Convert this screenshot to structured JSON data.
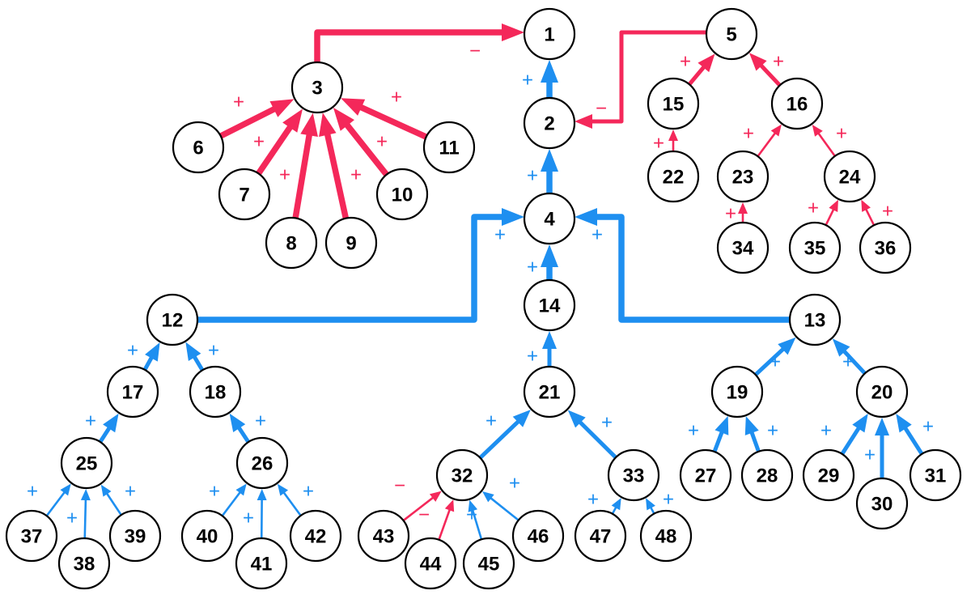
{
  "colors": {
    "positive": "#1e8ff0",
    "negative": "#f4285a",
    "node_stroke": "#000000",
    "node_fill": "#ffffff"
  },
  "nodes": [
    {
      "id": 1,
      "label": "1"
    },
    {
      "id": 2,
      "label": "2"
    },
    {
      "id": 3,
      "label": "3"
    },
    {
      "id": 4,
      "label": "4"
    },
    {
      "id": 5,
      "label": "5"
    },
    {
      "id": 6,
      "label": "6"
    },
    {
      "id": 7,
      "label": "7"
    },
    {
      "id": 8,
      "label": "8"
    },
    {
      "id": 9,
      "label": "9"
    },
    {
      "id": 10,
      "label": "10"
    },
    {
      "id": 11,
      "label": "11"
    },
    {
      "id": 12,
      "label": "12"
    },
    {
      "id": 13,
      "label": "13"
    },
    {
      "id": 14,
      "label": "14"
    },
    {
      "id": 15,
      "label": "15"
    },
    {
      "id": 16,
      "label": "16"
    },
    {
      "id": 17,
      "label": "17"
    },
    {
      "id": 18,
      "label": "18"
    },
    {
      "id": 19,
      "label": "19"
    },
    {
      "id": 20,
      "label": "20"
    },
    {
      "id": 21,
      "label": "21"
    },
    {
      "id": 22,
      "label": "22"
    },
    {
      "id": 23,
      "label": "23"
    },
    {
      "id": 24,
      "label": "24"
    },
    {
      "id": 25,
      "label": "25"
    },
    {
      "id": 26,
      "label": "26"
    },
    {
      "id": 27,
      "label": "27"
    },
    {
      "id": 28,
      "label": "28"
    },
    {
      "id": 29,
      "label": "29"
    },
    {
      "id": 30,
      "label": "30"
    },
    {
      "id": 31,
      "label": "31"
    },
    {
      "id": 32,
      "label": "32"
    },
    {
      "id": 33,
      "label": "33"
    },
    {
      "id": 34,
      "label": "34"
    },
    {
      "id": 35,
      "label": "35"
    },
    {
      "id": 36,
      "label": "36"
    },
    {
      "id": 37,
      "label": "37"
    },
    {
      "id": 38,
      "label": "38"
    },
    {
      "id": 39,
      "label": "39"
    },
    {
      "id": 40,
      "label": "40"
    },
    {
      "id": 41,
      "label": "41"
    },
    {
      "id": 42,
      "label": "42"
    },
    {
      "id": 43,
      "label": "43"
    },
    {
      "id": 44,
      "label": "44"
    },
    {
      "id": 45,
      "label": "45"
    },
    {
      "id": 46,
      "label": "46"
    },
    {
      "id": 47,
      "label": "47"
    },
    {
      "id": 48,
      "label": "48"
    }
  ],
  "edges": [
    {
      "from": 3,
      "to": 1,
      "sign": "−",
      "polarity": "negative",
      "weight": "heavy"
    },
    {
      "from": 2,
      "to": 1,
      "sign": "+",
      "polarity": "positive",
      "weight": "heavy"
    },
    {
      "from": 5,
      "to": 2,
      "sign": "−",
      "polarity": "negative",
      "weight": "medium"
    },
    {
      "from": 4,
      "to": 2,
      "sign": "+",
      "polarity": "positive",
      "weight": "heavy"
    },
    {
      "from": 6,
      "to": 3,
      "sign": "+",
      "polarity": "negative",
      "weight": "heavy"
    },
    {
      "from": 7,
      "to": 3,
      "sign": "+",
      "polarity": "negative",
      "weight": "heavy"
    },
    {
      "from": 8,
      "to": 3,
      "sign": "+",
      "polarity": "negative",
      "weight": "heavy"
    },
    {
      "from": 9,
      "to": 3,
      "sign": "+",
      "polarity": "negative",
      "weight": "heavy"
    },
    {
      "from": 10,
      "to": 3,
      "sign": "+",
      "polarity": "negative",
      "weight": "heavy"
    },
    {
      "from": 11,
      "to": 3,
      "sign": "+",
      "polarity": "negative",
      "weight": "heavy"
    },
    {
      "from": 15,
      "to": 5,
      "sign": "+",
      "polarity": "negative",
      "weight": "medium"
    },
    {
      "from": 16,
      "to": 5,
      "sign": "+",
      "polarity": "negative",
      "weight": "medium"
    },
    {
      "from": 22,
      "to": 15,
      "sign": "+",
      "polarity": "negative",
      "weight": "light"
    },
    {
      "from": 23,
      "to": 16,
      "sign": "+",
      "polarity": "negative",
      "weight": "light"
    },
    {
      "from": 24,
      "to": 16,
      "sign": "+",
      "polarity": "negative",
      "weight": "light"
    },
    {
      "from": 34,
      "to": 23,
      "sign": "+",
      "polarity": "negative",
      "weight": "light"
    },
    {
      "from": 35,
      "to": 24,
      "sign": "+",
      "polarity": "negative",
      "weight": "light"
    },
    {
      "from": 36,
      "to": 24,
      "sign": "+",
      "polarity": "negative",
      "weight": "light"
    },
    {
      "from": 12,
      "to": 4,
      "sign": "+",
      "polarity": "positive",
      "weight": "heavy"
    },
    {
      "from": 14,
      "to": 4,
      "sign": "+",
      "polarity": "positive",
      "weight": "heavy"
    },
    {
      "from": 13,
      "to": 4,
      "sign": "+",
      "polarity": "positive",
      "weight": "heavy"
    },
    {
      "from": 21,
      "to": 14,
      "sign": "+",
      "polarity": "positive",
      "weight": "medium"
    },
    {
      "from": 17,
      "to": 12,
      "sign": "+",
      "polarity": "positive",
      "weight": "medium"
    },
    {
      "from": 18,
      "to": 12,
      "sign": "+",
      "polarity": "positive",
      "weight": "medium"
    },
    {
      "from": 25,
      "to": 17,
      "sign": "+",
      "polarity": "positive",
      "weight": "medium"
    },
    {
      "from": 26,
      "to": 18,
      "sign": "+",
      "polarity": "positive",
      "weight": "medium"
    },
    {
      "from": 37,
      "to": 25,
      "sign": "+",
      "polarity": "positive",
      "weight": "light"
    },
    {
      "from": 38,
      "to": 25,
      "sign": "+",
      "polarity": "positive",
      "weight": "light"
    },
    {
      "from": 39,
      "to": 25,
      "sign": "+",
      "polarity": "positive",
      "weight": "light"
    },
    {
      "from": 40,
      "to": 26,
      "sign": "+",
      "polarity": "positive",
      "weight": "light"
    },
    {
      "from": 41,
      "to": 26,
      "sign": "+",
      "polarity": "positive",
      "weight": "light"
    },
    {
      "from": 42,
      "to": 26,
      "sign": "+",
      "polarity": "positive",
      "weight": "light"
    },
    {
      "from": 32,
      "to": 21,
      "sign": "+",
      "polarity": "positive",
      "weight": "medium"
    },
    {
      "from": 33,
      "to": 21,
      "sign": "+",
      "polarity": "positive",
      "weight": "medium"
    },
    {
      "from": 43,
      "to": 32,
      "sign": "−",
      "polarity": "negative",
      "weight": "light"
    },
    {
      "from": 44,
      "to": 32,
      "sign": "−",
      "polarity": "negative",
      "weight": "light"
    },
    {
      "from": 45,
      "to": 32,
      "sign": "+",
      "polarity": "positive",
      "weight": "light"
    },
    {
      "from": 46,
      "to": 32,
      "sign": "+",
      "polarity": "positive",
      "weight": "light"
    },
    {
      "from": 47,
      "to": 33,
      "sign": "+",
      "polarity": "positive",
      "weight": "light"
    },
    {
      "from": 48,
      "to": 33,
      "sign": "+",
      "polarity": "positive",
      "weight": "light"
    },
    {
      "from": 19,
      "to": 13,
      "sign": "+",
      "polarity": "positive",
      "weight": "medium"
    },
    {
      "from": 20,
      "to": 13,
      "sign": "+",
      "polarity": "positive",
      "weight": "medium"
    },
    {
      "from": 27,
      "to": 19,
      "sign": "+",
      "polarity": "positive",
      "weight": "medium"
    },
    {
      "from": 28,
      "to": 19,
      "sign": "+",
      "polarity": "positive",
      "weight": "medium"
    },
    {
      "from": 29,
      "to": 20,
      "sign": "+",
      "polarity": "positive",
      "weight": "medium"
    },
    {
      "from": 30,
      "to": 20,
      "sign": "+",
      "polarity": "positive",
      "weight": "medium"
    },
    {
      "from": 31,
      "to": 20,
      "sign": "+",
      "polarity": "positive",
      "weight": "medium"
    }
  ]
}
